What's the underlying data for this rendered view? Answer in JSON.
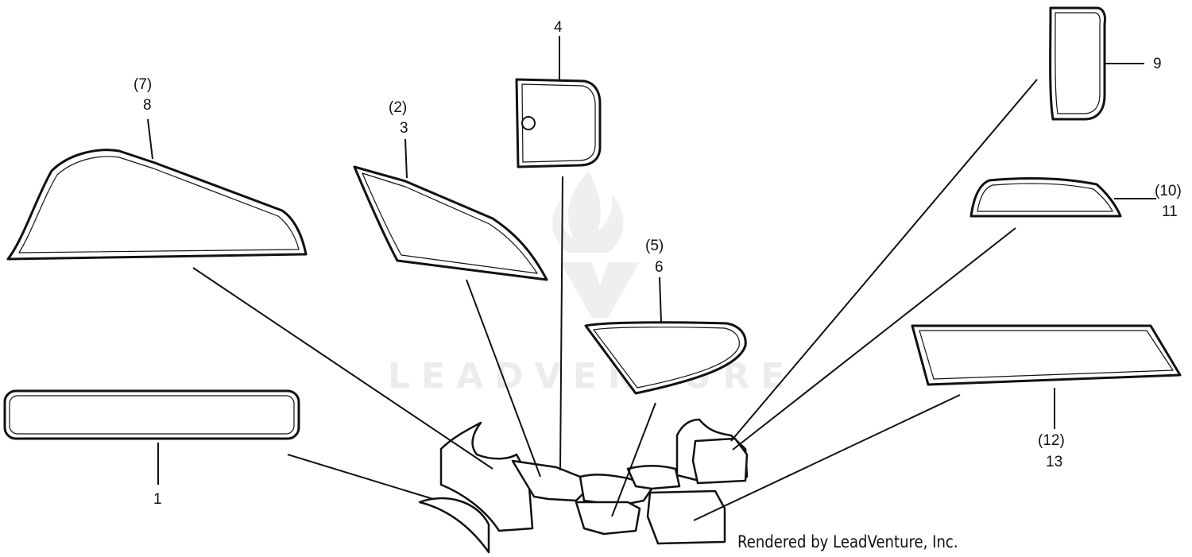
{
  "watermark": {
    "text": "LEADVENTURE"
  },
  "credit": "Rendered by LeadVenture, Inc.",
  "callouts": {
    "part_1": "1",
    "part_2_3_alt": "(2)",
    "part_2_3": "3",
    "part_4": "4",
    "part_5_6_alt": "(5)",
    "part_5_6": "6",
    "part_7_8_alt": "(7)",
    "part_7_8": "8",
    "part_9": "9",
    "part_10_11_alt": "(10)",
    "part_10_11": "11",
    "part_12_13_alt": "(12)",
    "part_12_13": "13"
  }
}
